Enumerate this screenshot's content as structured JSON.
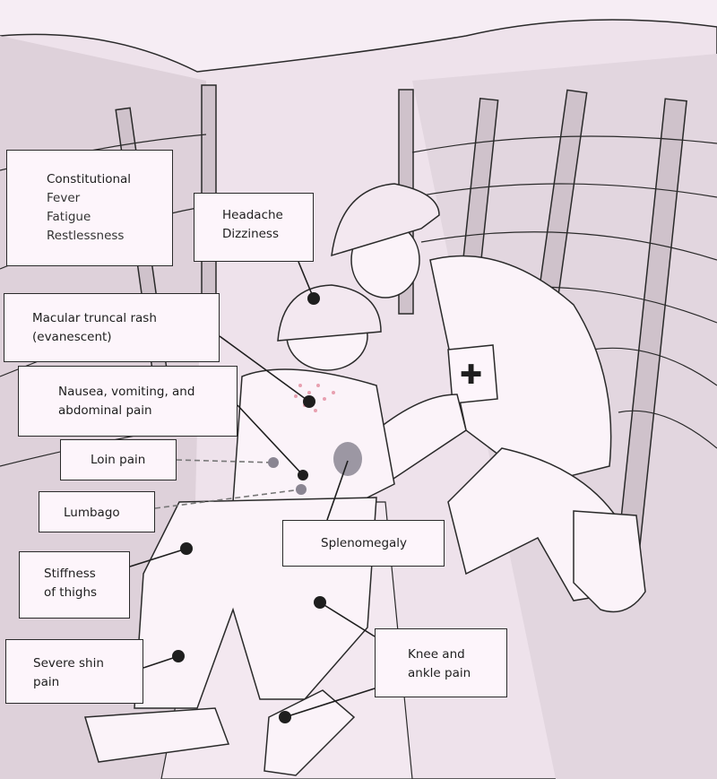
{
  "labels": {
    "constitutional": {
      "title": "Constitutional",
      "items": [
        "Fever",
        "Fatigue",
        "Restlessness"
      ]
    },
    "headache": [
      "Headache",
      "Dizziness"
    ],
    "rash": [
      "Macular truncal rash",
      "(evanescent)"
    ],
    "nausea": [
      "Nausea, vomiting, and",
      "abdominal pain"
    ],
    "loin": "Loin pain",
    "lumbago": "Lumbago",
    "splenomegaly": "Splenomegaly",
    "stiffness": [
      "Stiffness",
      "of thighs"
    ],
    "shin": [
      "Severe shin",
      "pain"
    ],
    "knee": [
      "Knee and",
      "ankle pain"
    ]
  },
  "colors": {
    "background": "#f6edf4",
    "box": "#fdf5fb",
    "line": "#2a2a2a",
    "trench": "#d9ccd6",
    "rash": "#e8a0b0",
    "spleen": "#9c97a3"
  }
}
